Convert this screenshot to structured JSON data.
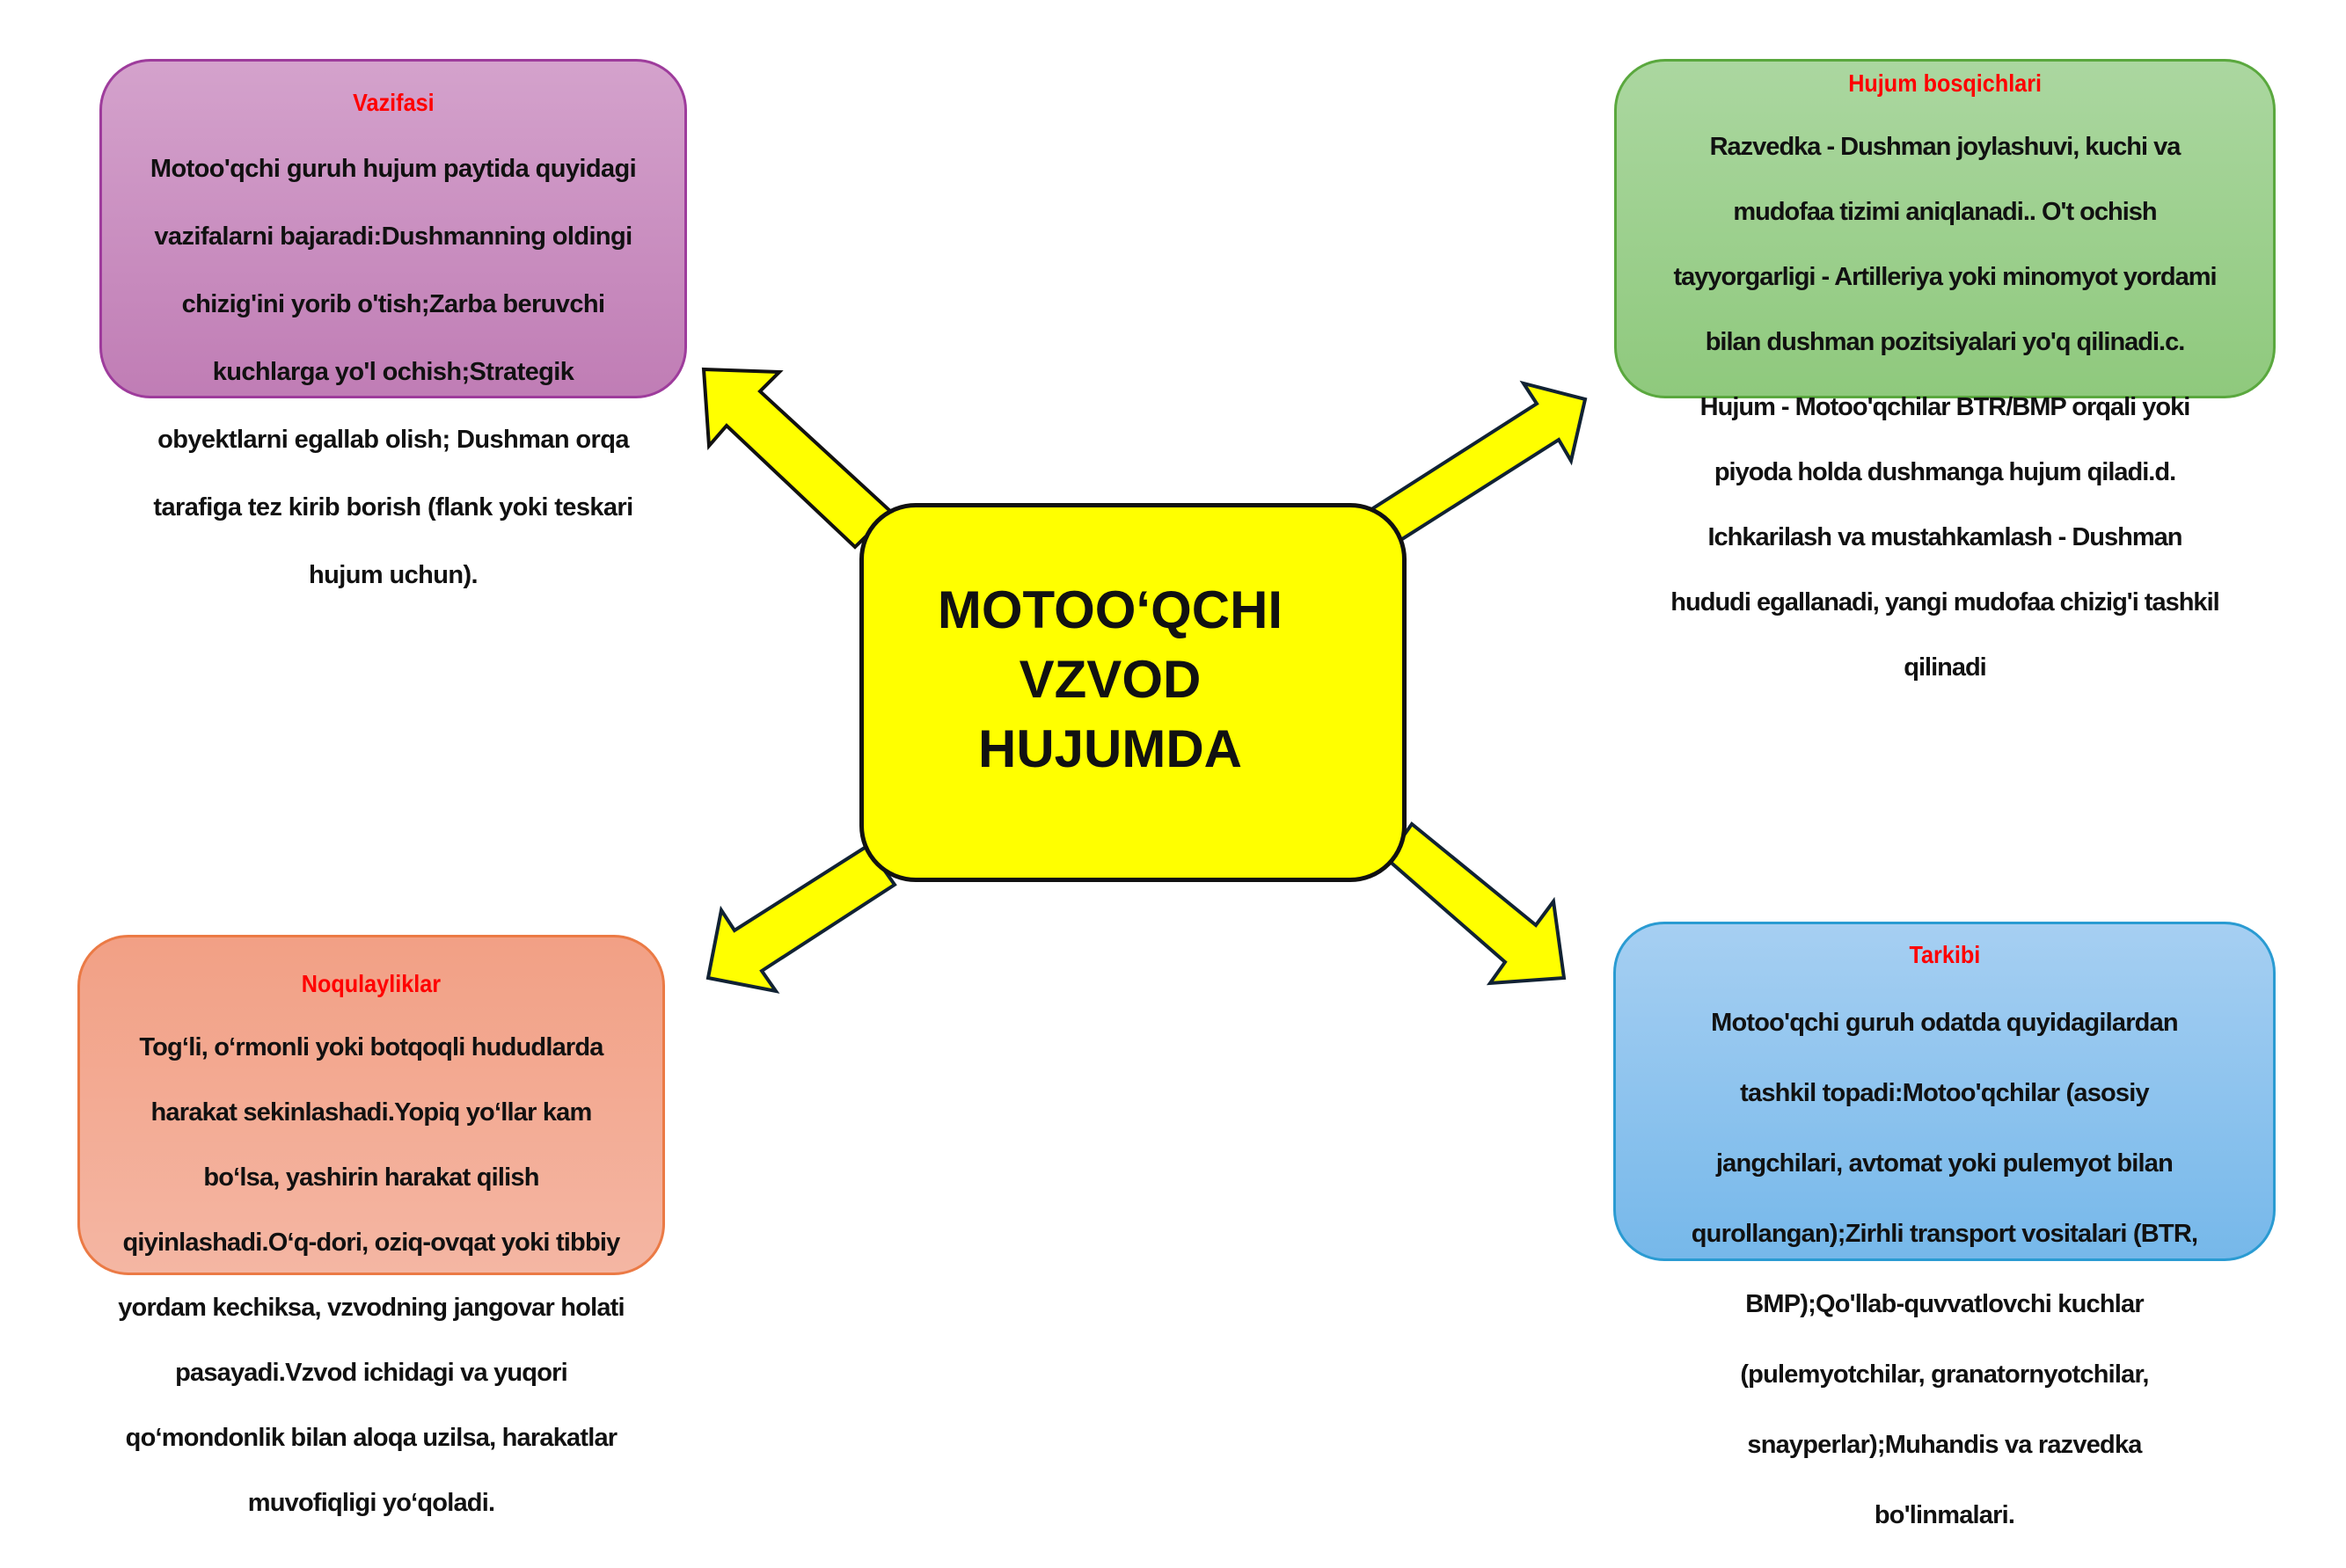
{
  "center": {
    "title_lines": [
      "MOTOO‘QCHI",
      "VZVOD",
      "HUJUMDA"
    ],
    "fill_color": "#ffff00"
  },
  "arrows": {
    "color": "#ffff00",
    "outline_color": "#112233",
    "directions": [
      "up-left",
      "up-right",
      "down-left",
      "down-right"
    ]
  },
  "nodes": {
    "vazifasi": {
      "heading": "Vazifasi",
      "lines": [
        "Motoo'qchi guruh hujum paytida quyidagi",
        "vazifalarni bajaradi:Dushmanning oldingi",
        "chizig'ini yorib o'tish;Zarba beruvchi",
        "kuchlarga yo'l ochish;Strategik",
        "obyektlarni egallab olish; Dushman orqa",
        "tarafiga tez kirib borish (flank yoki teskari",
        "hujum uchun)."
      ],
      "color": "#c98fc1"
    },
    "hujum_bosqichlari": {
      "heading": "Hujum bosqichlari",
      "lines": [
        "Razvedka - Dushman joylashuvi, kuchi va",
        "mudofaa tizimi aniqlanadi.. O't ochish",
        "tayyorgarligi - Artilleriya yoki minomyot yordami",
        "bilan dushman pozitsiyalari yo'q qilinadi.c.",
        "Hujum - Motoo'qchilar BTR/BMP orqali yoki",
        "piyoda holda dushmanga hujum qiladi.d.",
        "Ichkarilash va mustahkamlash - Dushman",
        "hududi egallanadi, yangi mudofaa chizig'i tashkil",
        "qilinadi"
      ],
      "color": "#9dd08e"
    },
    "noqulayliklar": {
      "heading": "Noqulayliklar",
      "lines": [
        "Tog‘li, o‘rmonli yoki botqoqli hududlarda",
        "harakat sekinlashadi.Yopiq yo‘llar kam",
        "bo‘lsa, yashirin harakat qilish",
        "qiyinlashadi.O‘q-dori, oziq-ovqat yoki tibbiy",
        "yordam kechiksa, vzvodning jangovar holati",
        "pasayadi.Vzvod ichidagi va yuqori",
        "qo‘mondonlik bilan aloqa uzilsa, harakatlar",
        "muvofiqligi yo‘qoladi."
      ],
      "color": "#f3ab94"
    },
    "tarkibi": {
      "heading": "Tarkibi",
      "lines": [
        "Motoo'qchi guruh odatda quyidagilardan",
        "tashkil topadi:Motoo'qchilar (asosiy",
        "jangchilari, avtomat yoki pulemyot bilan",
        "qurollangan);Zirhli transport vositalari (BTR,",
        "BMP);Qo'llab-quvvatlovchi kuchlar",
        "(pulemyotchilar, granatornyotchilar,",
        "snayperlar);Muhandis va razvedka",
        "bo'linmalari."
      ],
      "color": "#8ec4ee"
    }
  }
}
